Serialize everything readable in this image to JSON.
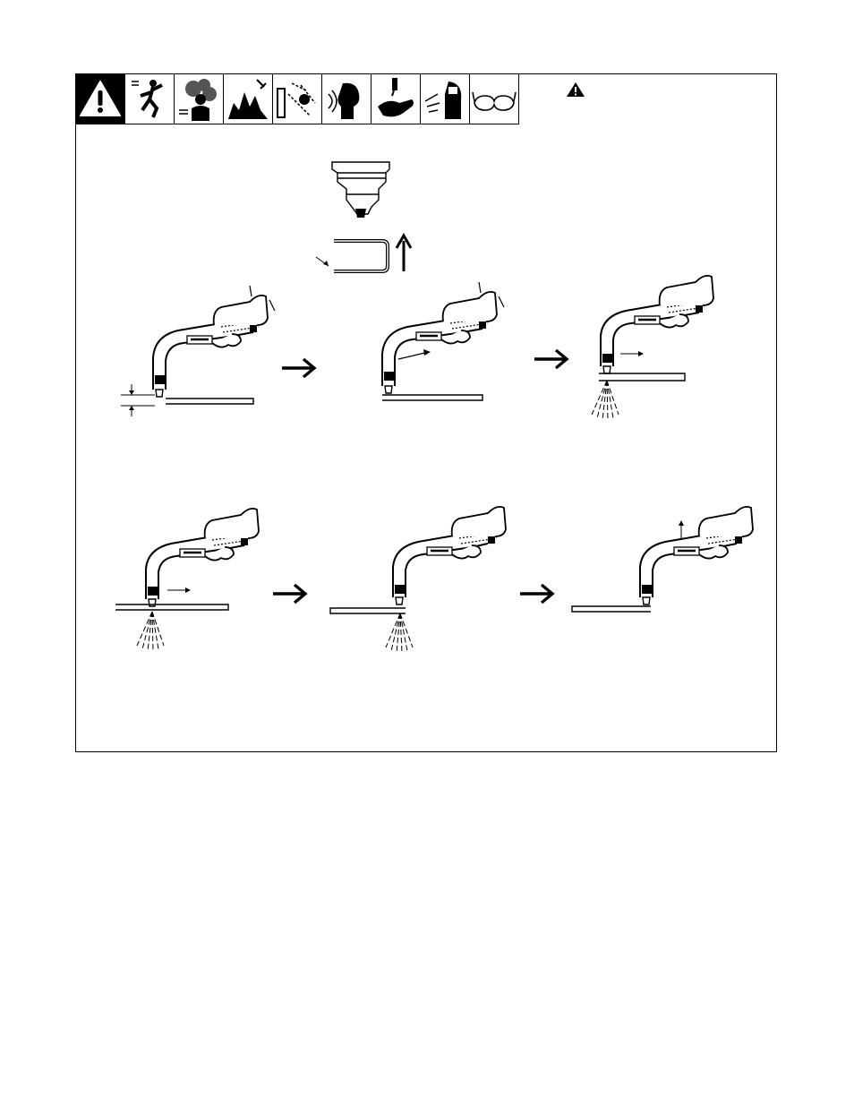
{
  "warning_icons": [
    {
      "icon": "general-warning-icon"
    },
    {
      "icon": "electric-shock-icon"
    },
    {
      "icon": "fumes-gases-icon"
    },
    {
      "icon": "fire-explosion-icon"
    },
    {
      "icon": "flying-metal-icon"
    },
    {
      "icon": "noise-hearing-icon"
    },
    {
      "icon": "hot-parts-icon"
    },
    {
      "icon": "arc-rays-face-shield-icon"
    },
    {
      "icon": "safety-glasses-icon"
    }
  ],
  "warning_header": {
    "icon": "warning-triangle-icon"
  },
  "steps": [
    {
      "name": "step-standoff",
      "spray": false
    },
    {
      "name": "step-pull-trigger",
      "spray": false
    },
    {
      "name": "step-pierce",
      "spray": true
    },
    {
      "name": "step-cut-travel",
      "spray": true
    },
    {
      "name": "step-cut-edge",
      "spray": true
    },
    {
      "name": "step-lift-away",
      "spray": false
    }
  ],
  "colors": {
    "ink": "#000000",
    "paper": "#ffffff"
  }
}
